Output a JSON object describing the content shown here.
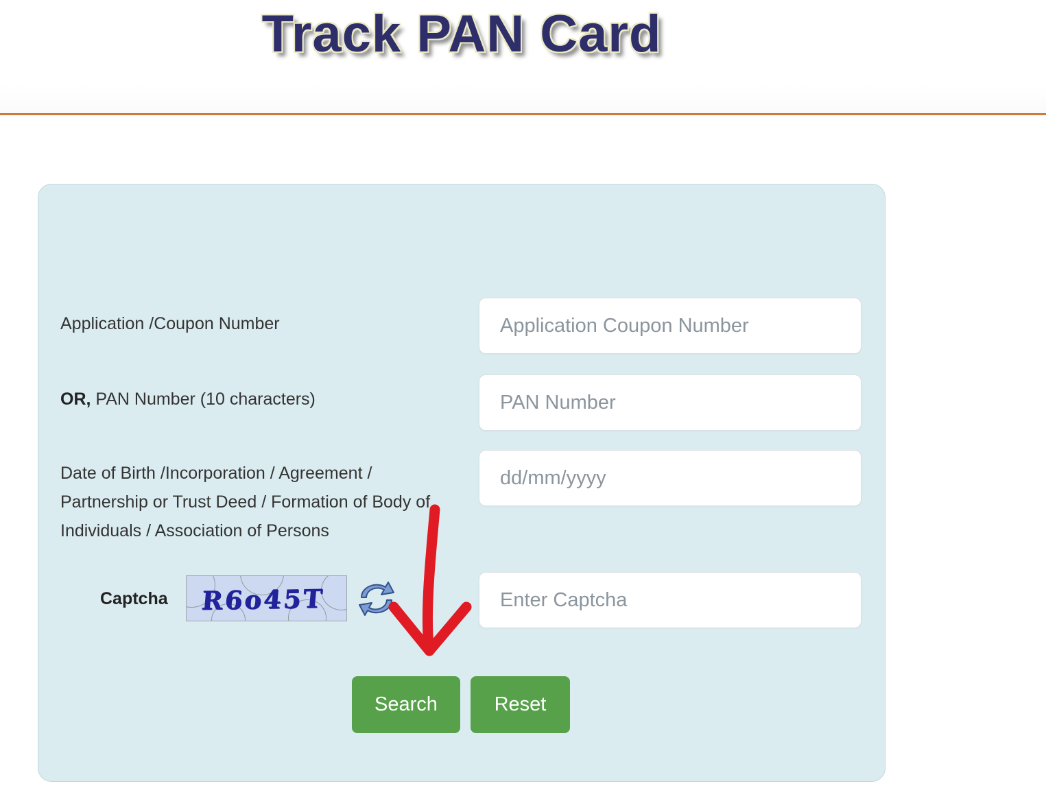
{
  "header": {
    "title": "Track PAN Card"
  },
  "form": {
    "application_row": {
      "label": "Application /Coupon Number",
      "placeholder": "Application Coupon Number"
    },
    "pan_row": {
      "label_bold": "OR,",
      "label_rest": " PAN Number (10 characters)",
      "placeholder": "PAN Number"
    },
    "dob_row": {
      "label": "Date of Birth /Incorporation / Agreement / Partnership or Trust Deed / Formation of Body of Individuals / Association of Persons",
      "placeholder": "dd/mm/yyyy"
    },
    "captcha_row": {
      "label": "Captcha",
      "captcha_text": "R6o45T",
      "placeholder": "Enter Captcha",
      "refresh_icon": "refresh-arrows-icon"
    },
    "buttons": {
      "search": "Search",
      "reset": "Reset"
    }
  },
  "colors": {
    "accent_orange": "#cc7c38",
    "panel_bg": "#dbecf1",
    "button_green": "#57a14b",
    "arrow_red": "#e01b24",
    "title_navy": "#2e2e6a",
    "captcha_ink": "#22229a"
  }
}
